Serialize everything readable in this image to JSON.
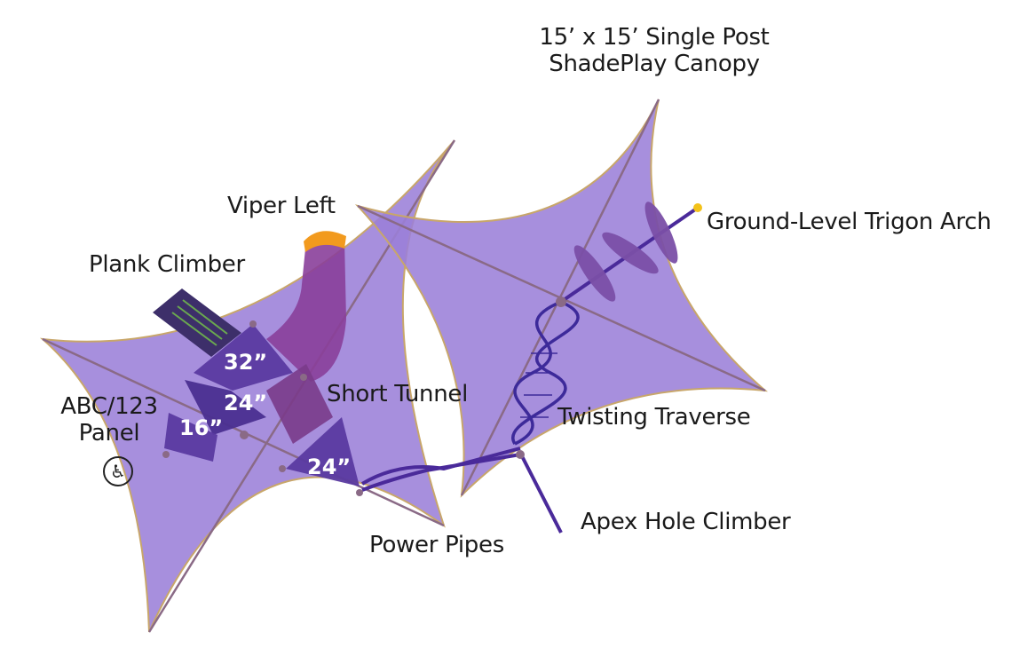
{
  "labels": {
    "canopy_line1": "15’ x 15’ Single Post",
    "canopy_line2": "ShadePlay Canopy",
    "viper_left": "Viper Left",
    "ground_arch": "Ground-Level Trigon Arch",
    "plank_climber": "Plank Climber",
    "abc_line1": "ABC/123",
    "abc_line2": "Panel",
    "short_tunnel": "Short Tunnel",
    "twisting_traverse": "Twisting Traverse",
    "apex_hole_climber": "Apex Hole Climber",
    "power_pipes": "Power Pipes"
  },
  "decks": {
    "deck_32": "32”",
    "deck_24_upper": "24”",
    "deck_16": "16”",
    "deck_24_lower": "24”"
  },
  "icons": {
    "accessibility": "wheelchair-icon"
  },
  "colors": {
    "canopy": "#9b7fd8",
    "canopy_edge": "#c8a66a",
    "frame": "#8a6a86",
    "deck": "#5a3aa0",
    "slide": "#8a3f9a",
    "slide_top": "#f29a1e",
    "climber": "#4a2a9a",
    "arch_ball": "#f3c21a"
  }
}
